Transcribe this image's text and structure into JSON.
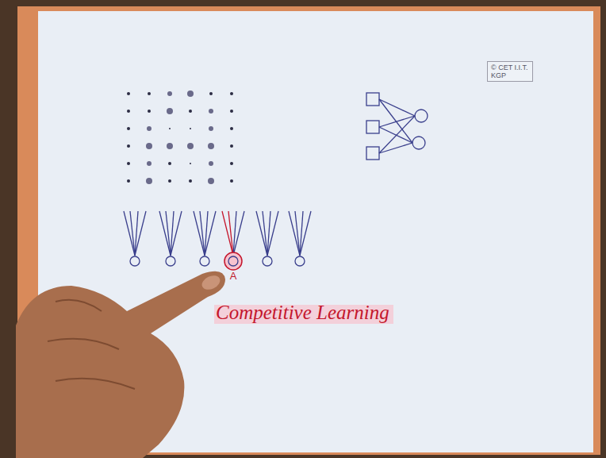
{
  "diagram": {
    "nodes": [
      {
        "text": [
          "© CET I.I.T. KGP"
        ]
      },
      {
        "text": [
          "A"
        ]
      }
    ],
    "labels": [
      "Competitive Learning"
    ]
  }
}
